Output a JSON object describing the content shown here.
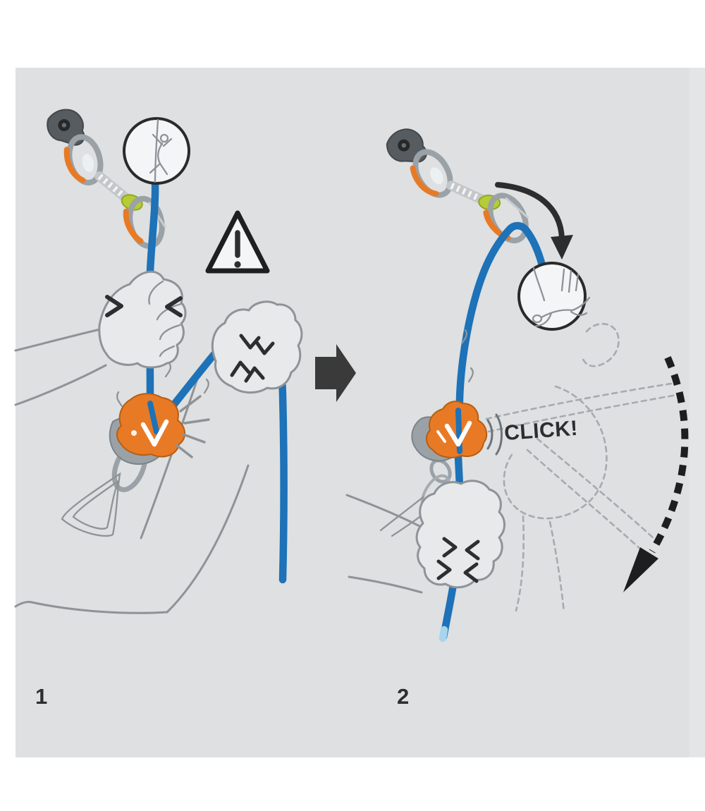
{
  "steps": [
    {
      "label": "1"
    },
    {
      "label": "2"
    }
  ],
  "panel2": {
    "click_label": "CLICK!"
  },
  "icons": {
    "step_arrow": "right-block-arrow-icon",
    "warning": "warning-triangle-icon",
    "rotation_arrow": "curved-arrow-down-icon",
    "fall_arrow": "dashed-curved-fall-arrow-icon",
    "inset_1": "climber-on-rope-inset",
    "inset_2": "falling-climber-inset",
    "quickdraw": "quickdraw-bolt-carabiner-icon",
    "belay_device": "belay-device-icon"
  },
  "colors": {
    "panel_bg": "#dee0e1",
    "rope_blue": "#1d72b8",
    "device_orange": "#e87a26",
    "sling_green": "#b5cc35",
    "hardware_gray": "#9aa2a8",
    "sketch_gray": "#8e9398",
    "silhouette_gray": "#a6abb0",
    "ink_dark": "#2e2e31",
    "hand_fill": "#e7e9ea"
  }
}
